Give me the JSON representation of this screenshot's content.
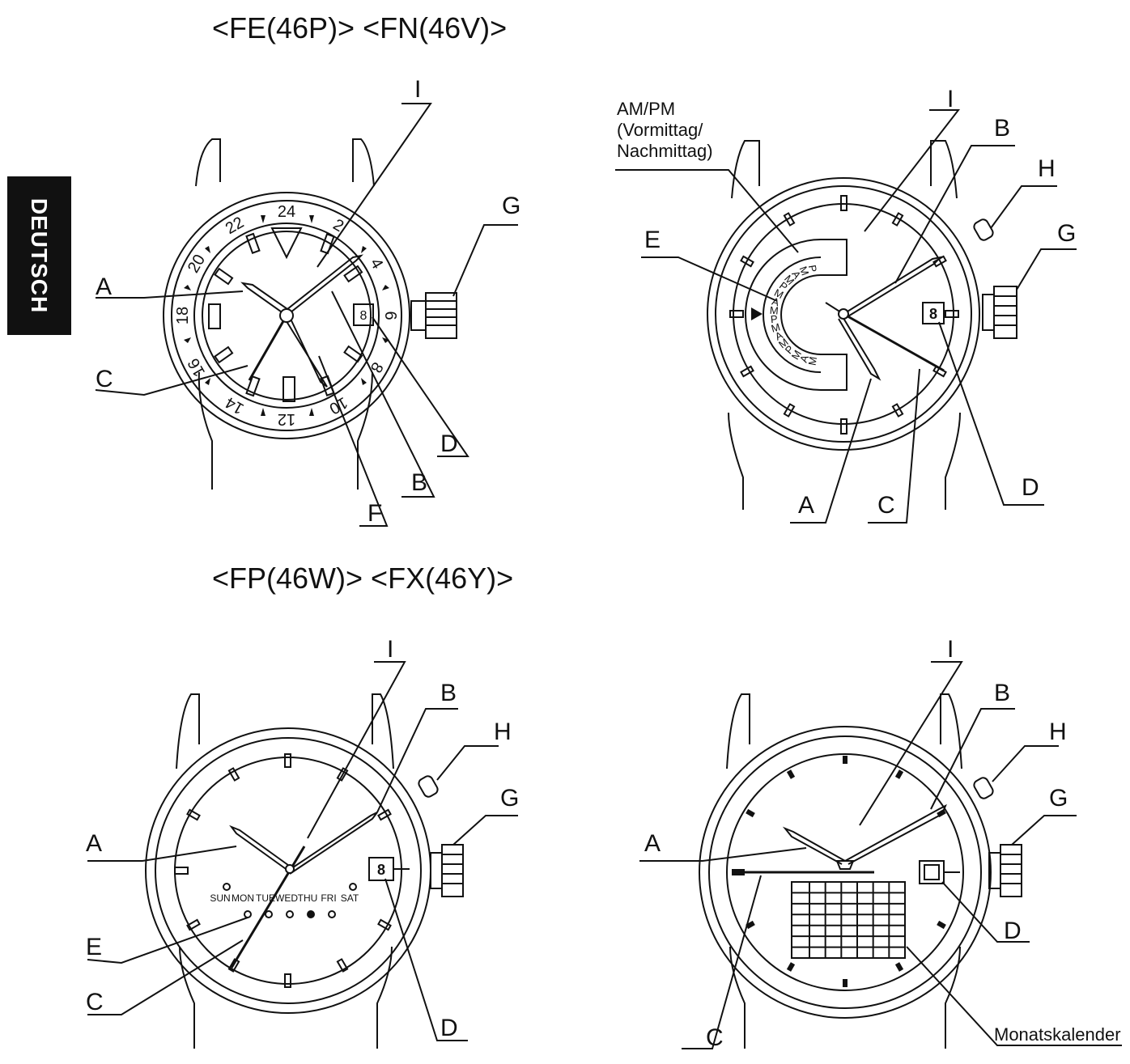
{
  "side_tab": "DEUTSCH",
  "headings": {
    "top": "<FE(46P)> <FN(46V)>",
    "bottom": "<FP(46W)> <FX(46Y)>"
  },
  "watch1": {
    "labels": {
      "A": "A",
      "B": "B",
      "C": "C",
      "D": "D",
      "F": "F",
      "G": "G",
      "I": "I"
    },
    "bezel_numbers": [
      "24",
      "2",
      "4",
      "6",
      "8",
      "10",
      "12",
      "14",
      "16",
      "18",
      "20",
      "22"
    ],
    "date": "8"
  },
  "watch2": {
    "labels": {
      "A": "A",
      "B": "B",
      "C": "C",
      "D": "D",
      "E": "E",
      "G": "G",
      "H": "H",
      "I": "I"
    },
    "ampm_note": [
      "AM/PM",
      "(Vormittag/",
      "Nachmittag)"
    ],
    "ampm_chars": [
      "P",
      "M",
      "A",
      "M",
      "P",
      "M",
      "A",
      "M",
      "P",
      "M",
      "A",
      "M",
      "P",
      "M",
      "A",
      "M"
    ],
    "date": "8"
  },
  "watch3": {
    "labels": {
      "A": "A",
      "B": "B",
      "C": "C",
      "D": "D",
      "E": "E",
      "G": "G",
      "H": "H",
      "I": "I"
    },
    "days": [
      "SUN",
      "MON",
      "TUE",
      "WED",
      "THU",
      "FRI",
      "SAT"
    ],
    "date": "8"
  },
  "watch4": {
    "labels": {
      "A": "A",
      "B": "B",
      "C": "C",
      "D": "D",
      "G": "G",
      "H": "H",
      "I": "I"
    },
    "calendar_note": "Monatskalender"
  }
}
